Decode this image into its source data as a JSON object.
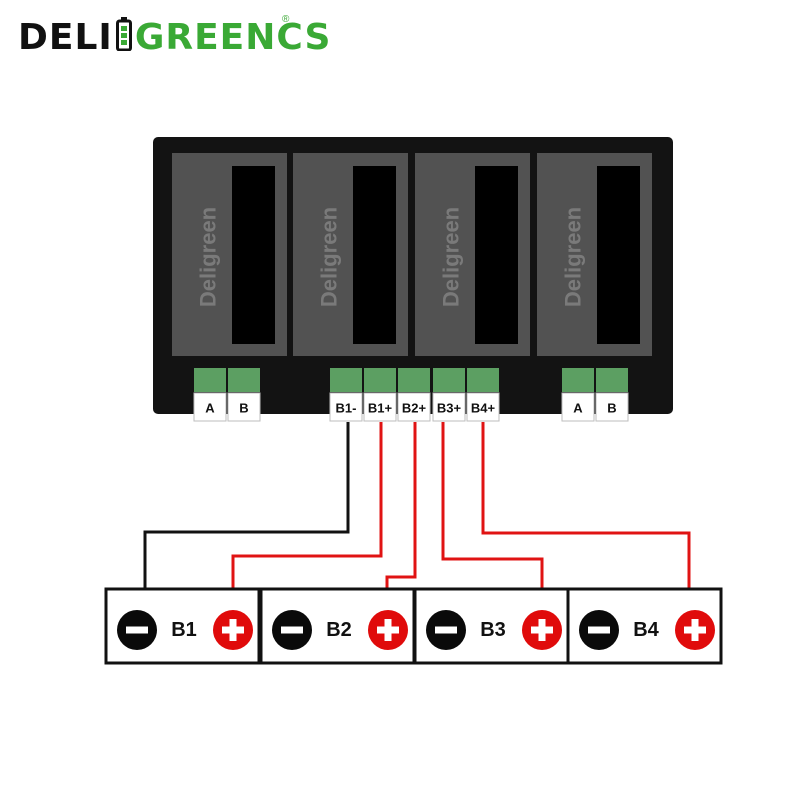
{
  "brand": {
    "name_part1": "DELI",
    "name_part2": "GREENCS",
    "registered_mark": "®",
    "primary_color": "#111111",
    "accent_color": "#3aa935"
  },
  "board": {
    "module_label": "Deligreen",
    "terminals_left": [
      "A",
      "B"
    ],
    "terminals_center": [
      "B1-",
      "B1+",
      "B2+",
      "B3+",
      "B4+"
    ],
    "terminals_right": [
      "A",
      "B"
    ]
  },
  "batteries": [
    {
      "label": "B1",
      "neg_symbol": "−",
      "pos_symbol": "+"
    },
    {
      "label": "B2",
      "neg_symbol": "−",
      "pos_symbol": "+"
    },
    {
      "label": "B3",
      "neg_symbol": "−",
      "pos_symbol": "+"
    },
    {
      "label": "B4",
      "neg_symbol": "−",
      "pos_symbol": "+"
    }
  ],
  "colors": {
    "board": "#131313",
    "module": "#525252",
    "module_text": "#7a7a7a",
    "slot": "#000000",
    "terminal_green": "#5c9f62",
    "wire_black": "#111111",
    "wire_red": "#e01313",
    "terminal_positive": "#e00b0b",
    "terminal_negative": "#0a0a0a",
    "connector_gray": "#d9d9d9"
  }
}
